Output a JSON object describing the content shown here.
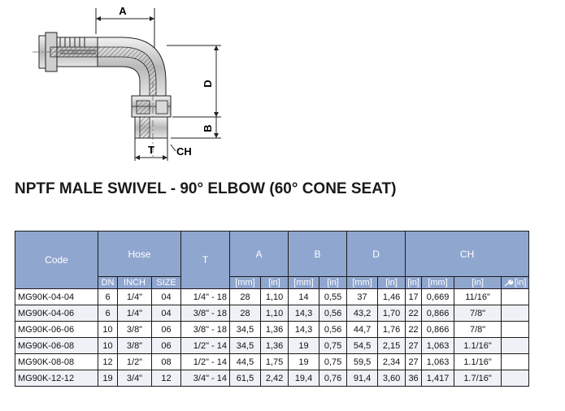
{
  "drawing": {
    "labels": {
      "A": "A",
      "D": "D",
      "B": "B",
      "T": "T",
      "CH": "CH"
    }
  },
  "title": "NPTF MALE SWIVEL - 90° ELBOW (60° CONE SEAT)",
  "table": {
    "groups": {
      "code": "Code",
      "hose": "Hose",
      "t": "T",
      "a": "A",
      "b": "B",
      "d": "D",
      "ch": "CH"
    },
    "subheaders": [
      "DN",
      "INCH",
      "SIZE",
      "[mm]",
      "[in]",
      "[mm]",
      "[in]",
      "[mm]",
      "[in]",
      "[in]",
      "[mm]",
      "[in]",
      "[in]"
    ],
    "rows": [
      [
        "MG90K-04-04",
        "6",
        "1/4\"",
        "04",
        "1/4\" - 18",
        "28",
        "1,10",
        "14",
        "0,55",
        "37",
        "1,46",
        "17",
        "0,669",
        "11/16\""
      ],
      [
        "MG90K-04-06",
        "6",
        "1/4\"",
        "04",
        "3/8\" - 18",
        "28",
        "1,10",
        "14,3",
        "0,56",
        "43,2",
        "1,70",
        "22",
        "0,866",
        "7/8\""
      ],
      [
        "MG90K-06-06",
        "10",
        "3/8\"",
        "06",
        "3/8\" - 18",
        "34,5",
        "1,36",
        "14,3",
        "0,56",
        "44,7",
        "1,76",
        "22",
        "0,866",
        "7/8\""
      ],
      [
        "MG90K-06-08",
        "10",
        "3/8\"",
        "06",
        "1/2\" - 14",
        "34,5",
        "1,36",
        "19",
        "0,75",
        "54,5",
        "2,15",
        "27",
        "1,063",
        "1.1/16\""
      ],
      [
        "MG90K-08-08",
        "12",
        "1/2\"",
        "08",
        "1/2\" - 14",
        "44,5",
        "1,75",
        "19",
        "0,75",
        "59,5",
        "2,34",
        "27",
        "1,063",
        "1.1/16\""
      ],
      [
        "MG90K-12-12",
        "19",
        "3/4\"",
        "12",
        "3/4\" - 14",
        "61,5",
        "2,42",
        "19,4",
        "0,76",
        "91,4",
        "3,60",
        "36",
        "1,417",
        "1.7/16\""
      ]
    ]
  }
}
